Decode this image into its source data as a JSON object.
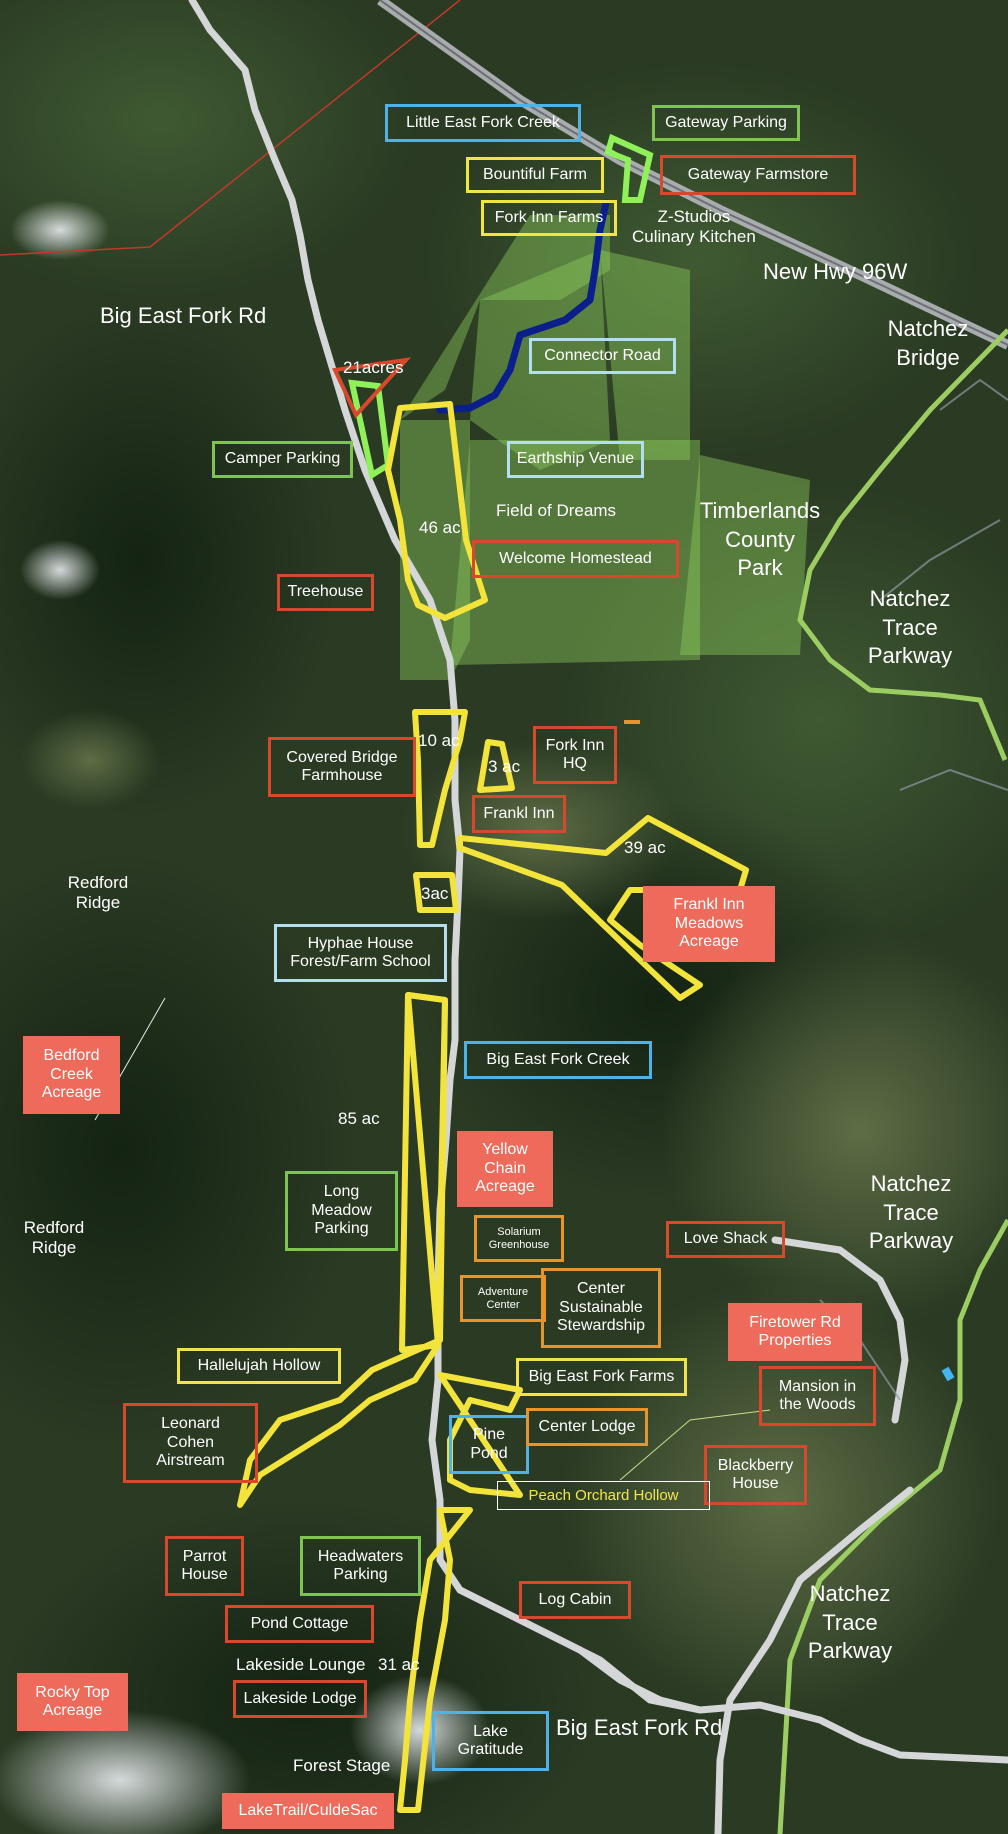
{
  "colors": {
    "road": "#d4d6d8",
    "parkway": "#9ccd62",
    "parcel": "#f3e43c",
    "connector": "#0b1f8a",
    "green_fill": "#8fd05c",
    "box_blue": "#4fb2e6",
    "box_green": "#7ec450",
    "box_red": "#d8482c",
    "box_yellow": "#f1e546",
    "box_orange": "#e8942c",
    "fill_red": "#ee6a5a"
  },
  "labels": {
    "little_east_fork_creek": "Little East Fork Creek",
    "gateway_parking": "Gateway Parking",
    "bountiful_farm": "Bountiful  Farm",
    "gateway_farmstore": "Gateway Farmstore",
    "fork_inn_farms": "Fork Inn Farms",
    "z_studios": "Z-Studios\nCulinary Kitchen",
    "new_hwy_96w": "New Hwy 96W",
    "natchez_bridge": "Natchez\nBridge",
    "big_east_fork_rd_top": "Big East Fork Rd",
    "twenty_one_acres": "21acres",
    "connector_road": "Connector Road",
    "camper_parking": "Camper Parking",
    "earthship_venue": "Earthship Venue",
    "field_of_dreams": "Field of Dreams",
    "timberlands_county_park": "Timberlands\nCounty\nPark",
    "forty_six_ac": "46 ac",
    "welcome_homestead": "Welcome Homestead",
    "treehouse": "Treehouse",
    "natchez_trace_parkway_1": "Natchez\nTrace\nParkway",
    "covered_bridge_farmhouse": "Covered Bridge\nFarmhouse",
    "ten_ac": "10 ac",
    "three_ac_a": "3 ac",
    "fork_inn_hq": "Fork Inn\nHQ",
    "frankl_inn": "Frankl Inn",
    "thirty_nine_ac": "39 ac",
    "redford_ridge_1": "Redford\nRidge",
    "three_ac_b": "3ac",
    "frankl_inn_meadows": "Frankl Inn\nMeadows\nAcreage",
    "hyphae_house": "Hyphae House\nForest/Farm School",
    "bedford_creek_acreage": "Bedford\nCreek\nAcreage",
    "big_east_fork_creek": "Big  East Fork Creek",
    "eighty_five_ac": "85 ac",
    "yellow_chain_acreage": "Yellow\nChain\nAcreage",
    "long_meadow_parking": "Long\nMeadow\nParking",
    "solarium_greenhouse": "Solarium\nGreenhouse",
    "redford_ridge_2": "Redford\nRidge",
    "natchez_trace_parkway_2": "Natchez\nTrace\nParkway",
    "love_shack": "Love Shack",
    "adventure_center": "Adventure\nCenter",
    "center_sustainable_stewardship": "Center\nSustainable\nStewardship",
    "firetower_rd_properties": "Firetower Rd\nProperties",
    "hallelujah_hollow": "Hallelujah Hollow",
    "big_east_fork_farms": "Big East Fork Farms",
    "mansion_in_the_woods": "Mansion in\nthe Woods",
    "leonard_cohen_airstream": "Leonard\nCohen\nAirstream",
    "pine_pond": "Pine\nPond",
    "center_lodge": "Center Lodge",
    "blackberry_house": "Blackberry\nHouse",
    "peach_orchard_hollow": "Peach Orchard Hollow",
    "parrot_house": "Parrot\nHouse",
    "headwaters_parking": "Headwaters\nParking",
    "natchez_trace_parkway_3": "Natchez\nTrace\nParkway",
    "log_cabin": "Log Cabin",
    "pond_cottage": "Pond Cottage",
    "lakeside_lounge": "Lakeside Lounge",
    "thirty_one_ac": "31 ac",
    "rocky_top_acreage": "Rocky Top\nAcreage",
    "lakeside_lodge": "Lakeside Lodge",
    "lake_gratitude": "Lake\nGratitude",
    "big_east_fork_rd_bottom": "Big East Fork Rd",
    "forest_stage": "Forest Stage",
    "laketrail_culdesac": "LakeTrail/CuldeSac"
  }
}
